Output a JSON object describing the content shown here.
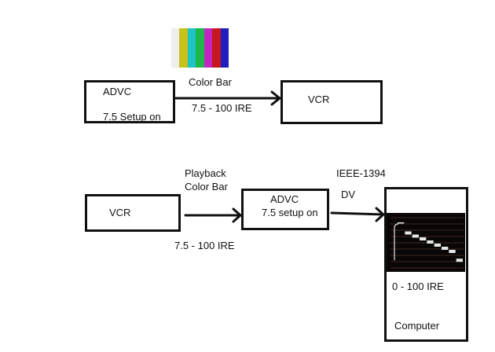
{
  "color_bar": {
    "name": "color-bar-test-pattern",
    "colors": [
      "#eeeeee",
      "#c6c21a",
      "#1fc3c3",
      "#1fb64a",
      "#c226c2",
      "#c6161e",
      "#1f1fc0"
    ]
  },
  "top_chain": {
    "source_box": {
      "title": "ADVC",
      "subtitle": "7.5 Setup on"
    },
    "link_label_top": "Color Bar",
    "link_label_bottom": "7.5 - 100 IRE",
    "target_box": {
      "title": "VCR"
    }
  },
  "bottom_chain": {
    "source_box": {
      "title": "VCR"
    },
    "link1_label_top_line1": "Playback",
    "link1_label_top_line2": "Color Bar",
    "link1_label_bottom": "7.5 - 100 IRE",
    "middle_box": {
      "title": "ADVC",
      "subtitle": "7.5 setup on"
    },
    "link2_label_top": "IEEE-1394",
    "link2_label_bottom": "DV",
    "computer_box": {
      "range_label": "0 - 100 IRE",
      "title": "Computer"
    }
  },
  "waveform": {
    "levels_ire": [
      100,
      77,
      69,
      62,
      54,
      46,
      38,
      30,
      7.5
    ],
    "grid_lines": 9,
    "background": "#0a0606",
    "grid_color": "#6b4a3a",
    "trace_color": "#e6e6e6"
  }
}
